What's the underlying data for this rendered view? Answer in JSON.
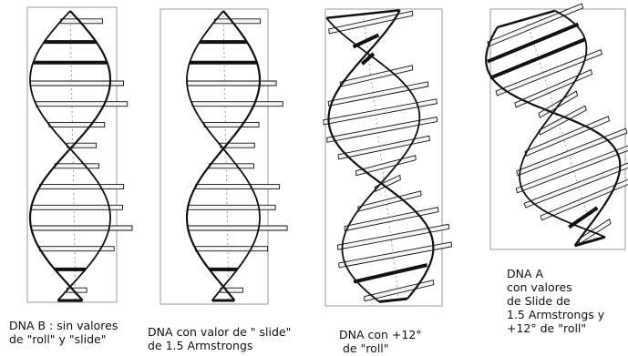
{
  "figure": {
    "panels": [
      {
        "id": "dna-b",
        "caption_lines": [
          "DNA B : sin valores",
          "de \"roll\" y \"slide\""
        ]
      },
      {
        "id": "dna-slide",
        "caption_lines": [
          "DNA con valor de \" slide\"",
          "de 1.5 Armstrongs"
        ]
      },
      {
        "id": "dna-roll",
        "caption_lines": [
          "DNA con +12°",
          " de \"roll\""
        ]
      },
      {
        "id": "dna-a",
        "caption_lines": [
          "DNA A",
          "con valores",
          "de Slide de",
          "1.5 Armstrongs y",
          "+12° de \"roll\""
        ]
      }
    ],
    "colors": {
      "stroke": "#111111",
      "box": "#9a9a9a",
      "rung_fill": "#f4f4f4",
      "axis": "#8a8a8a"
    }
  }
}
